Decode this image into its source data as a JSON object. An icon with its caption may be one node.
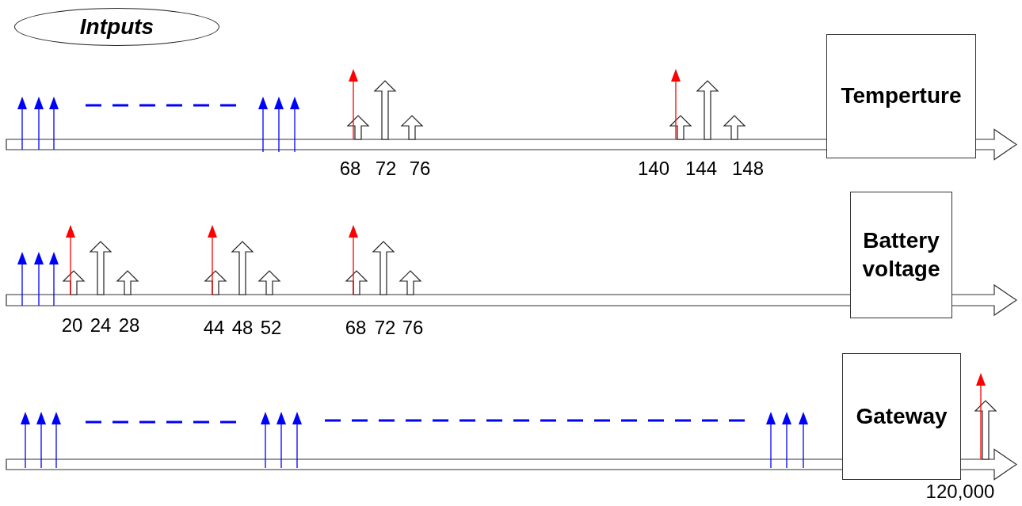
{
  "diagram": {
    "nodes": [
      {
        "text": [
          "Intputs"
        ]
      },
      {
        "text": [
          "Temperture"
        ]
      },
      {
        "text": [
          "Battery voltage"
        ]
      },
      {
        "text": [
          "Gateway"
        ]
      }
    ],
    "labels": [
      "68",
      "72",
      "76",
      "140",
      "144",
      "148",
      "20",
      "24",
      "28",
      "44",
      "48",
      "52",
      "68",
      "72",
      "76",
      "120,000"
    ]
  }
}
